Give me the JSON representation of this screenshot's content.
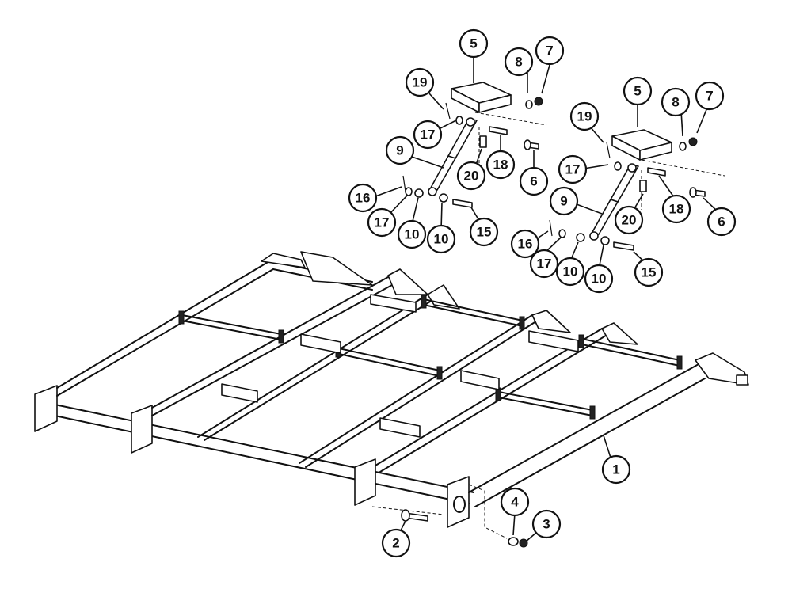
{
  "callouts": [
    {
      "id": "c1",
      "label": "1"
    },
    {
      "id": "c2",
      "label": "2"
    },
    {
      "id": "c3",
      "label": "3"
    },
    {
      "id": "c4",
      "label": "4"
    },
    {
      "id": "c5a",
      "label": "5"
    },
    {
      "id": "c5b",
      "label": "5"
    },
    {
      "id": "c6a",
      "label": "6"
    },
    {
      "id": "c6b",
      "label": "6"
    },
    {
      "id": "c7a",
      "label": "7"
    },
    {
      "id": "c7b",
      "label": "7"
    },
    {
      "id": "c8a",
      "label": "8"
    },
    {
      "id": "c8b",
      "label": "8"
    },
    {
      "id": "c9a",
      "label": "9"
    },
    {
      "id": "c9b",
      "label": "9"
    },
    {
      "id": "c10a",
      "label": "10"
    },
    {
      "id": "c10b",
      "label": "10"
    },
    {
      "id": "c10c",
      "label": "10"
    },
    {
      "id": "c10d",
      "label": "10"
    },
    {
      "id": "c15a",
      "label": "15"
    },
    {
      "id": "c15b",
      "label": "15"
    },
    {
      "id": "c16a",
      "label": "16"
    },
    {
      "id": "c16b",
      "label": "16"
    },
    {
      "id": "c17a",
      "label": "17"
    },
    {
      "id": "c17b",
      "label": "17"
    },
    {
      "id": "c17c",
      "label": "17"
    },
    {
      "id": "c17d",
      "label": "17"
    },
    {
      "id": "c18a",
      "label": "18"
    },
    {
      "id": "c18b",
      "label": "18"
    },
    {
      "id": "c19a",
      "label": "19"
    },
    {
      "id": "c19b",
      "label": "19"
    },
    {
      "id": "c20a",
      "label": "20"
    },
    {
      "id": "c20b",
      "label": "20"
    }
  ]
}
